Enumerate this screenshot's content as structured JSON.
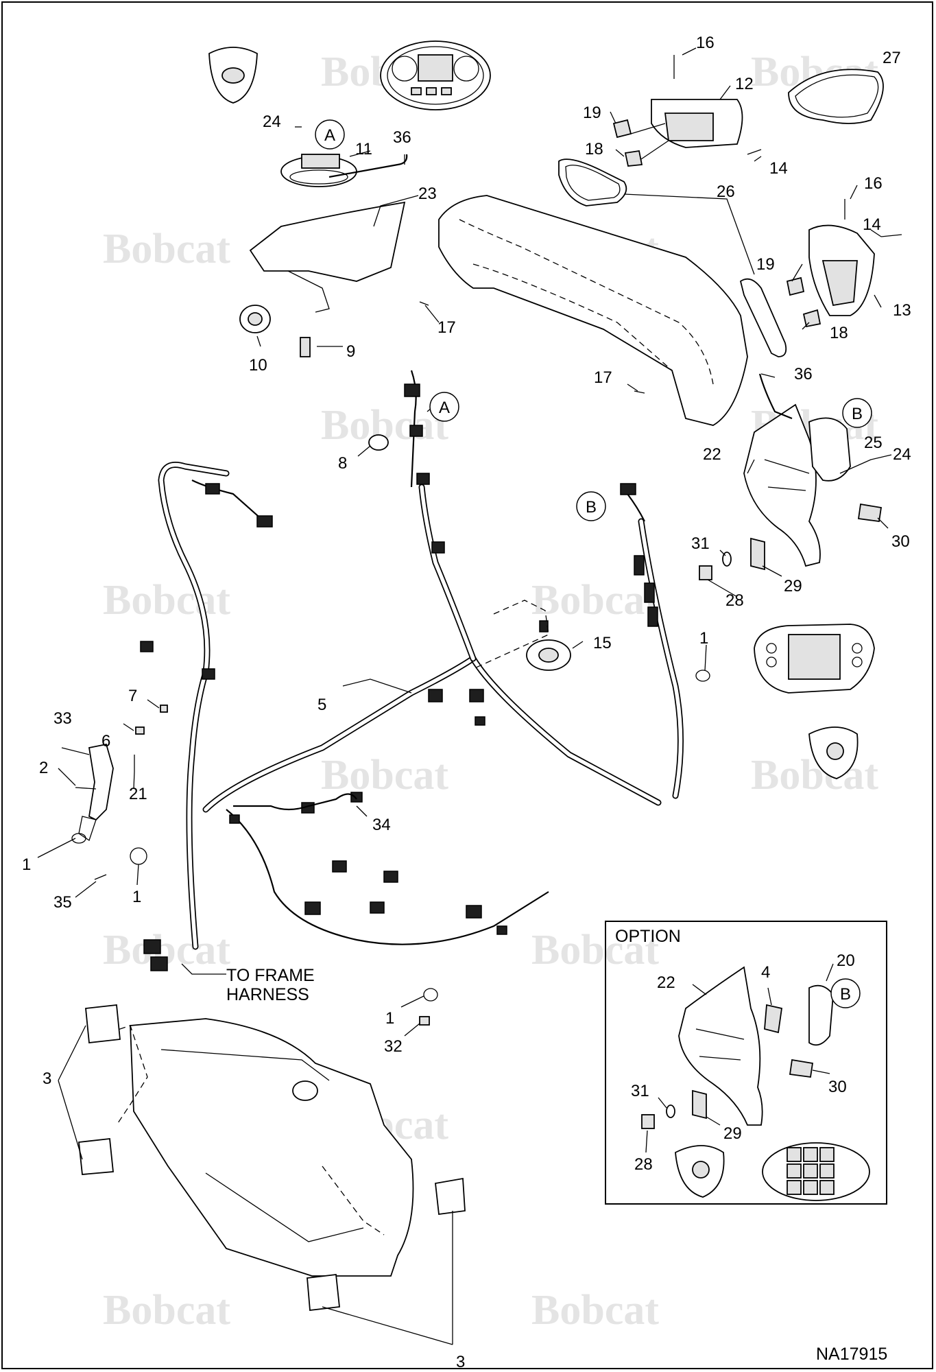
{
  "watermark": {
    "brand": "Bobcat"
  },
  "callouts": {
    "c1a": "1",
    "c1b": "1",
    "c1c": "1",
    "c1d": "1",
    "c2": "2",
    "c3a": "3",
    "c3b": "3",
    "c4": "4",
    "c5": "5",
    "c6": "6",
    "c7": "7",
    "c8": "8",
    "c9": "9",
    "c10": "10",
    "c11": "11",
    "c12": "12",
    "c13": "13",
    "c14a": "14",
    "c14b": "14",
    "c15": "15",
    "c16a": "16",
    "c16b": "16",
    "c17a": "17",
    "c17b": "17",
    "c18a": "18",
    "c18b": "18",
    "c19a": "19",
    "c19b": "19",
    "c20": "20",
    "c21": "21",
    "c22a": "22",
    "c22b": "22",
    "c23": "23",
    "c24a": "24",
    "c24b": "24",
    "c25": "25",
    "c26": "26",
    "c27": "27",
    "c28a": "28",
    "c28b": "28",
    "c29a": "29",
    "c29b": "29",
    "c30a": "30",
    "c30b": "30",
    "c31a": "31",
    "c31b": "31",
    "c32": "32",
    "c33": "33",
    "c34": "34",
    "c35": "35",
    "c36a": "36",
    "c36b": "36"
  },
  "references": {
    "a1": "A",
    "a2": "A",
    "b1": "B",
    "b2": "B",
    "b3": "B"
  },
  "labels": {
    "to_frame_harness_line1": "TO FRAME",
    "to_frame_harness_line2": "HARNESS",
    "option_title": "OPTION",
    "drawing_number": "NA17915"
  }
}
